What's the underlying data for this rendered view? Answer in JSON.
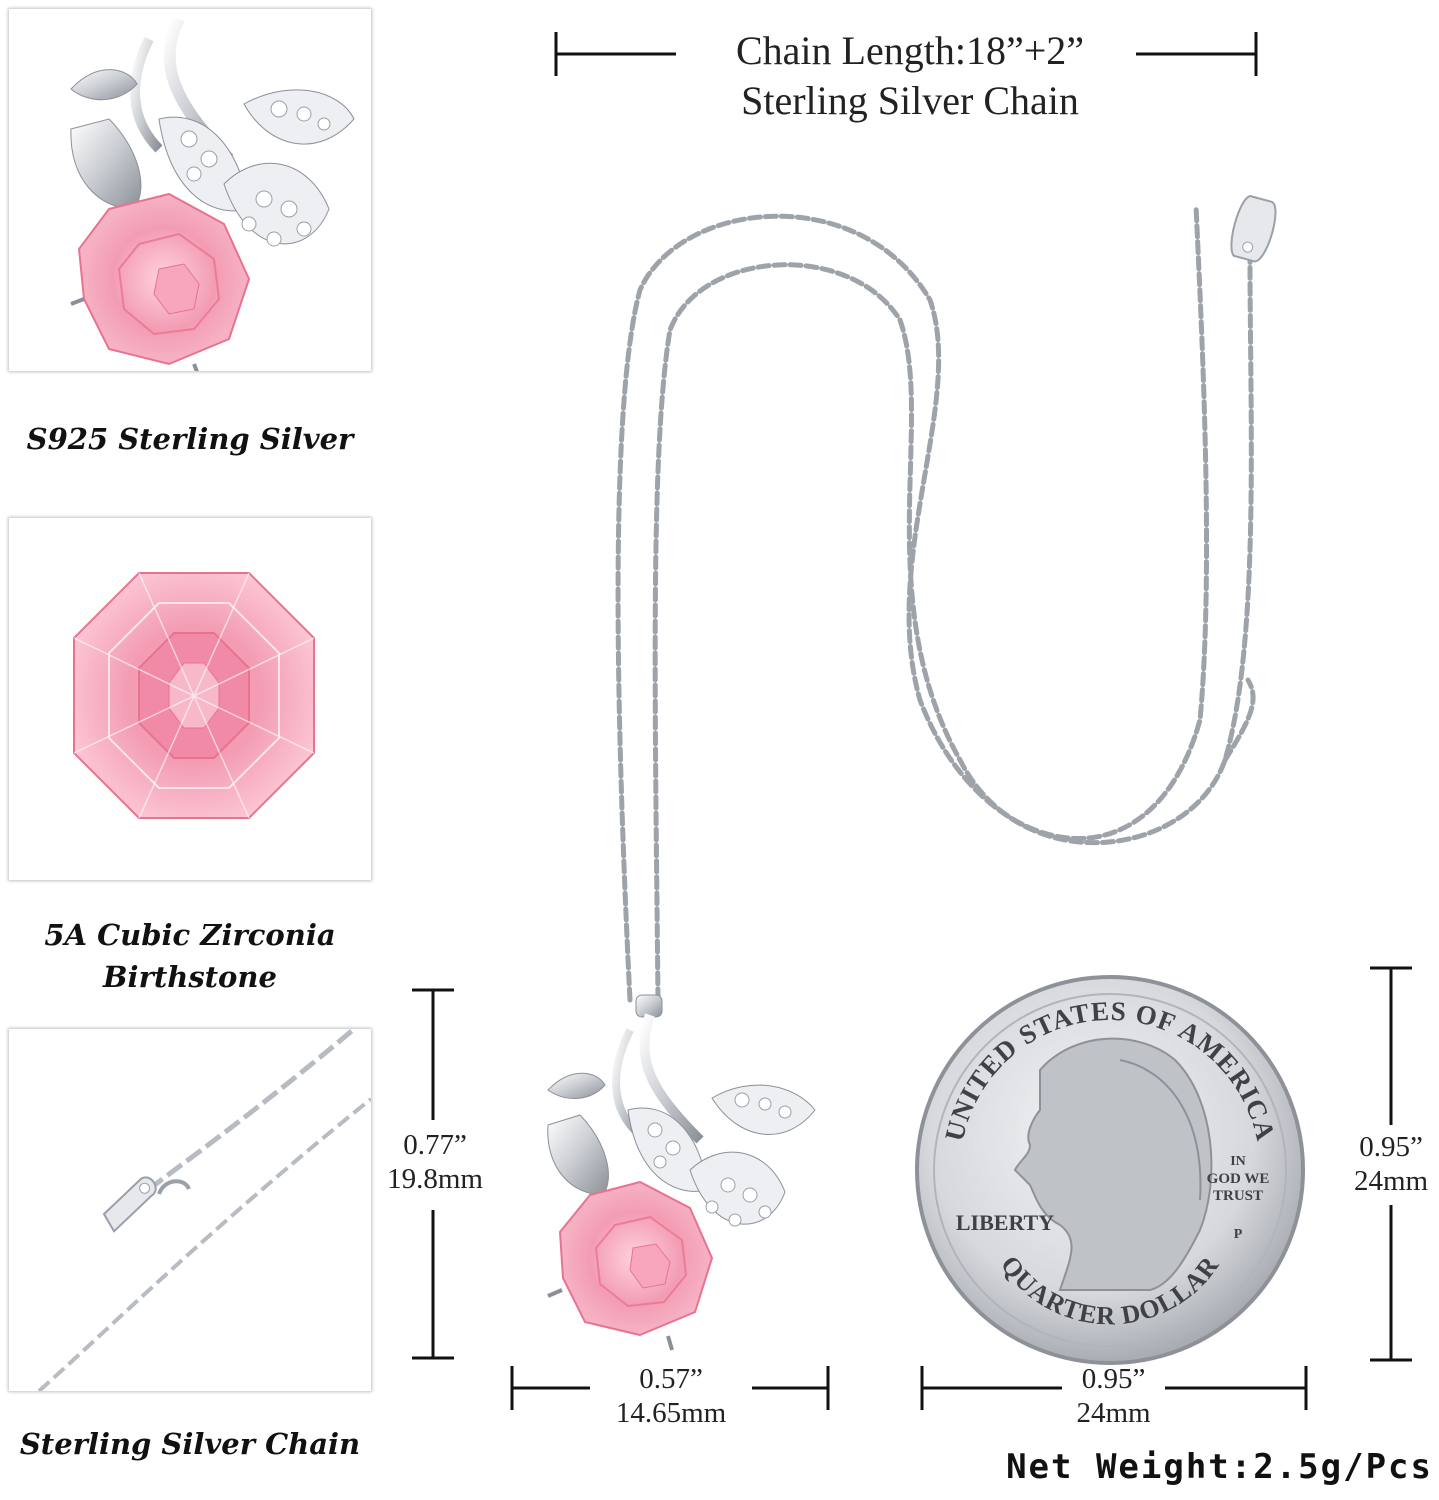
{
  "colors": {
    "pink": "#f39cb4",
    "pink_deep": "#e8738f",
    "silver": "#c9ccd1",
    "silver_dark": "#8b9098",
    "text": "#1a1a1a"
  },
  "left_panel": {
    "items": [
      {
        "caption": "S925 Sterling Silver",
        "image": "rose-pendant-closeup"
      },
      {
        "caption_line1": "5A Cubic Zirconia",
        "caption_line2": "Birthstone",
        "image": "pink-octagon-gem-closeup"
      },
      {
        "caption": "Sterling Silver Chain",
        "image": "chain-with-s925-tag-closeup"
      }
    ]
  },
  "chain_spec": {
    "line1": "Chain Length:18”+2”",
    "line2": "Sterling Silver Chain"
  },
  "pendant_height": {
    "inches": "0.77”",
    "mm": "19.8mm"
  },
  "pendant_width": {
    "inches": "0.57”",
    "mm": "14.65mm"
  },
  "coin": {
    "top_text": "UNITED STATES OF AMERICA",
    "motto_line1": "IN",
    "motto_line2": "GOD WE",
    "motto_line3": "TRUST",
    "left_text": "LIBERTY",
    "bottom_text": "QUARTER DOLLAR",
    "mint_mark": "P",
    "height": {
      "inches": "0.95”",
      "mm": "24mm"
    },
    "width": {
      "inches": "0.95”",
      "mm": "24mm"
    }
  },
  "net_weight": "Net Weight:2.5g/Pcs"
}
